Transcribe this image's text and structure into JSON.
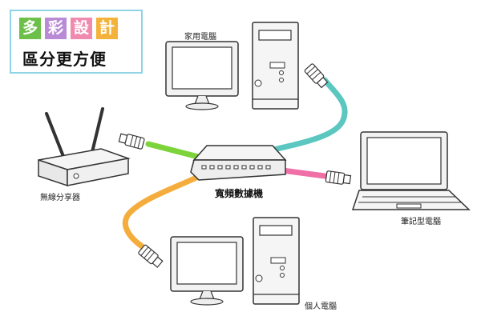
{
  "badge": {
    "tiles": [
      {
        "char": "多",
        "color": "#6cc04a"
      },
      {
        "char": "彩",
        "color": "#b98ad6"
      },
      {
        "char": "設",
        "color": "#f08aae"
      },
      {
        "char": "計",
        "color": "#f4b23a"
      }
    ],
    "subtitle": "區分更方便",
    "border_color": "#8fd3e6"
  },
  "devices": {
    "home_pc": "家用電腦",
    "router": "無線分享器",
    "hub": "寬頻數據機",
    "laptop": "筆記型電腦",
    "personal_pc": "個人電腦"
  },
  "cables": {
    "green": "#7dd33a",
    "teal": "#5cc7c0",
    "pink": "#ef6fa6",
    "orange": "#f4ad3c"
  }
}
